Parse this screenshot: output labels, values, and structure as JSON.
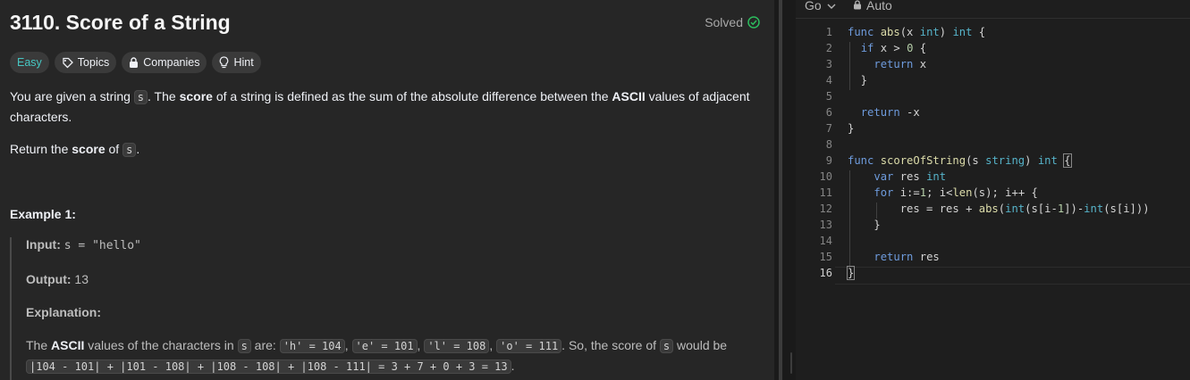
{
  "problem": {
    "title": "3110. Score of a String",
    "status": "Solved",
    "tags": {
      "difficulty": "Easy",
      "topics": "Topics",
      "companies": "Companies",
      "hint": "Hint"
    },
    "description": {
      "p1_a": "You are given a string ",
      "p1_code": "s",
      "p1_b": ". The ",
      "p1_bold1": "score",
      "p1_c": " of a string is defined as the sum of the absolute difference between the ",
      "p1_bold2": "ASCII",
      "p1_d": " values of adjacent characters.",
      "p2_a": "Return the ",
      "p2_bold": "score",
      "p2_b": " of ",
      "p2_code": "s",
      "p2_c": "."
    },
    "example": {
      "title": "Example 1:",
      "input_label": "Input:",
      "input_value": "s = \"hello\"",
      "output_label": "Output:",
      "output_value": "13",
      "explanation_label": "Explanation:",
      "exp_a": "The ",
      "exp_bold": "ASCII",
      "exp_b": " values of the characters in ",
      "exp_code_s1": "s",
      "exp_c": " are: ",
      "exp_code_h": "'h' = 104",
      "exp_sep1": ", ",
      "exp_code_e": "'e' = 101",
      "exp_sep2": ", ",
      "exp_code_l": "'l' = 108",
      "exp_sep3": ", ",
      "exp_code_o": "'o' = 111",
      "exp_d": ". So, the score of ",
      "exp_code_s2": "s",
      "exp_e": " would be ",
      "exp_code_calc": "|104 - 101| + |101 - 108| + |108 - 108| + |108 - 111| = 3 + 7 + 0 + 3 = 13",
      "exp_f": "."
    }
  },
  "editor": {
    "language": "Go",
    "mode": "Auto",
    "line_numbers": [
      "1",
      "2",
      "3",
      "4",
      "5",
      "6",
      "7",
      "8",
      "9",
      "10",
      "11",
      "12",
      "13",
      "14",
      "15",
      "16"
    ],
    "current_line": "16"
  },
  "colors": {
    "easy": "#46c6c2",
    "solved": "#2cbb5d",
    "keyword": "#6e9bdc",
    "type": "#56b3c9",
    "function": "#dcdcaa"
  }
}
